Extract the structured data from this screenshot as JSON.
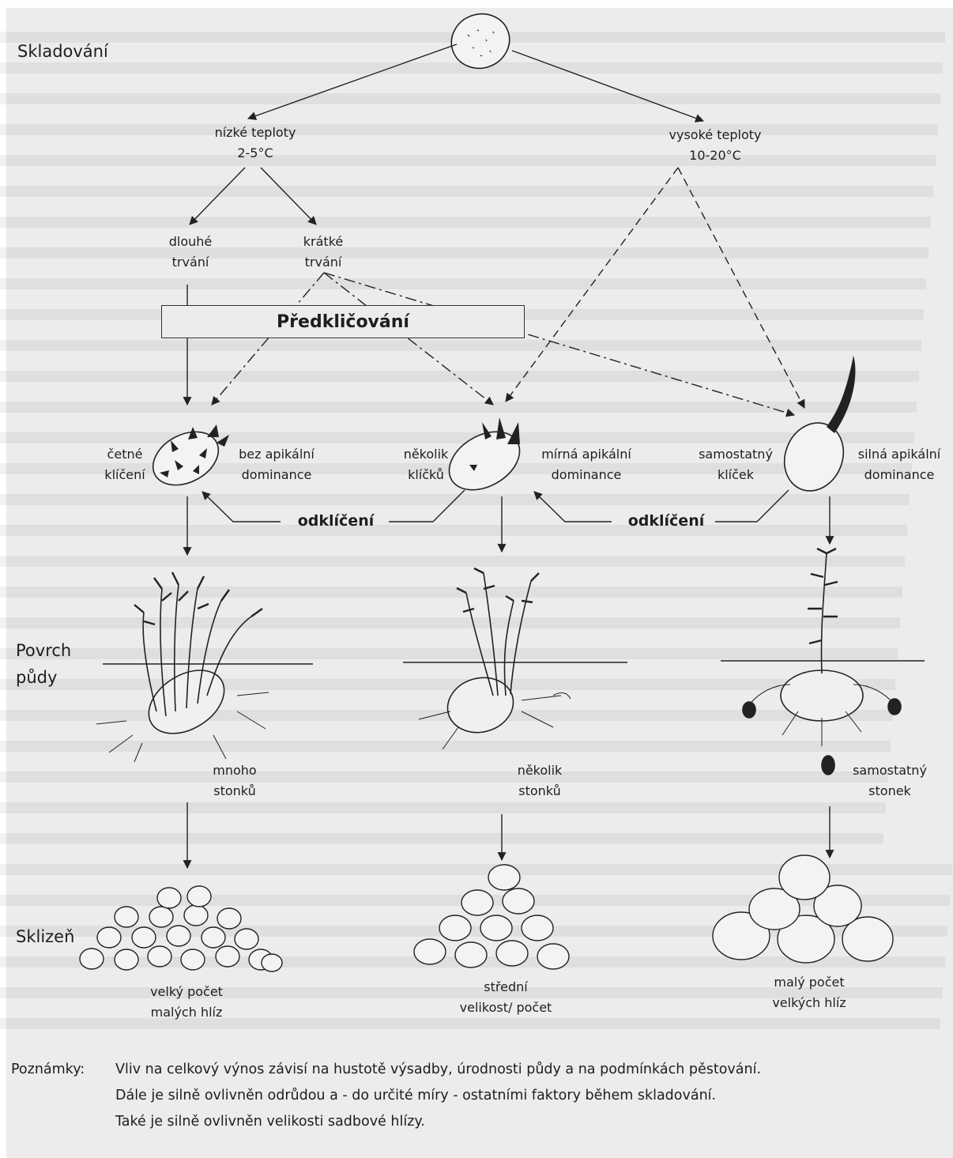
{
  "side_labels": {
    "storage": "Skladování",
    "soil_surface_1": "Povrch",
    "soil_surface_2": "půdy",
    "harvest": "Sklizeň"
  },
  "temperatures": {
    "low_1": "nízké teploty",
    "low_2": "2-5°C",
    "high_1": "vysoké teploty",
    "high_2": "10-20°C"
  },
  "durations": {
    "long_1": "dlouhé",
    "long_2": "trvání",
    "short_1": "krátké",
    "short_2": "trvání"
  },
  "presprouting": "Předkličování",
  "tubers": {
    "left_1": "četné",
    "left_2": "klíčení",
    "left_dom_1": "bez apikální",
    "left_dom_2": "dominance",
    "mid_1": "několik",
    "mid_2": "klíčků",
    "mid_dom_1": "mírná apikální",
    "mid_dom_2": "dominance",
    "right_1": "samostatný",
    "right_2": "klíček",
    "right_dom_1": "silná apikální",
    "right_dom_2": "dominance"
  },
  "desprouting": "odklíčení",
  "stems": {
    "left_1": "mnoho",
    "left_2": "stonků",
    "mid_1": "několik",
    "mid_2": "stonků",
    "right_1": "samostatný",
    "right_2": "stonek"
  },
  "yields": {
    "left_1": "velký počet",
    "left_2": "malých hlíz",
    "mid_1": "střední",
    "mid_2": "velikost/ počet",
    "right_1": "malý počet",
    "right_2": "velkých hlíz"
  },
  "notes": {
    "label": "Poznámky:",
    "line1": "Vliv na celkový výnos závisí na hustotě výsadby, úrodnosti půdy a na podmínkách pěstování.",
    "line2": "Dále je silně ovlivněn odrůdou a - do určité míry - ostatními faktory během skladování.",
    "line3": "Také je silně ovlivněn velikosti sadbové hlízy."
  }
}
